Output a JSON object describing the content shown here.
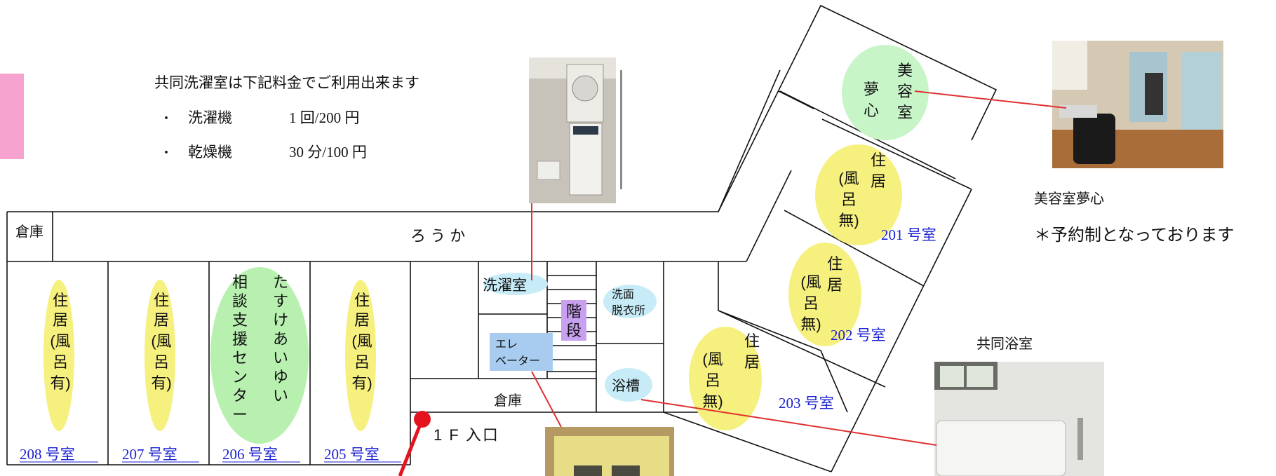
{
  "notice": {
    "title": "共同洗濯室は下記料金でご利用出来ます",
    "bullet": "・",
    "items": [
      {
        "name": "洗濯機",
        "price": "1 回/200 円"
      },
      {
        "name": "乾燥機",
        "price": "30 分/100 円"
      }
    ]
  },
  "rooms": {
    "storage_left": "倉庫",
    "corridor": "ろ う か",
    "laundry": "洗濯室",
    "stairs": [
      "階",
      "段"
    ],
    "elevator": [
      "エレ",
      "ベーター"
    ],
    "washroom": [
      "洗面",
      "脱衣所"
    ],
    "bathtub": "浴槽",
    "storage_bottom": "倉庫",
    "entrance": "1 F 入口",
    "r208": {
      "label": "208 号室",
      "use": [
        "住",
        "居",
        "(風",
        "呂",
        "有)"
      ]
    },
    "r207": {
      "label": "207 号室",
      "use": [
        "住",
        "居",
        "(風",
        "呂",
        "有)"
      ]
    },
    "r206": {
      "label": "206 号室",
      "col1": [
        "相",
        "談",
        "支",
        "援",
        "セ",
        "ン",
        "タ",
        "ー"
      ],
      "col2": [
        "た",
        "す",
        "け",
        "あ",
        "い",
        "ゆ",
        "い"
      ]
    },
    "r205": {
      "label": "205 号室",
      "use": [
        "住",
        "居",
        "(風",
        "呂",
        "有)"
      ]
    },
    "salon": {
      "col1": [
        "夢",
        "心"
      ],
      "col2": [
        "美",
        "容",
        "室"
      ]
    },
    "r201": {
      "label": "201 号室",
      "col1": [
        "(風",
        "呂",
        "無)"
      ],
      "col2": [
        "住",
        "居"
      ]
    },
    "r202": {
      "label": "202 号室",
      "col1": [
        "(風",
        "呂",
        "無)"
      ],
      "col2": [
        "住",
        "居"
      ]
    },
    "r203": {
      "label": "203 号室",
      "col1": [
        "(風",
        "呂",
        "無)"
      ],
      "col2": [
        "住",
        "居"
      ]
    }
  },
  "captions": {
    "salon_title": "美容室夢心",
    "salon_note": "＊予約制となっております",
    "bath_title": "共同浴室"
  },
  "colors": {
    "resident": "#f6f07e",
    "support": "#b8f0b0",
    "salon": "#c8f5c8",
    "laundry": "#c8ecf7",
    "stairs": "#c8a0f0",
    "elevator": "#a8ccf0",
    "room_label": "#1a20d0",
    "leader": "#e03030",
    "side_tab": "#f7a3cf"
  }
}
